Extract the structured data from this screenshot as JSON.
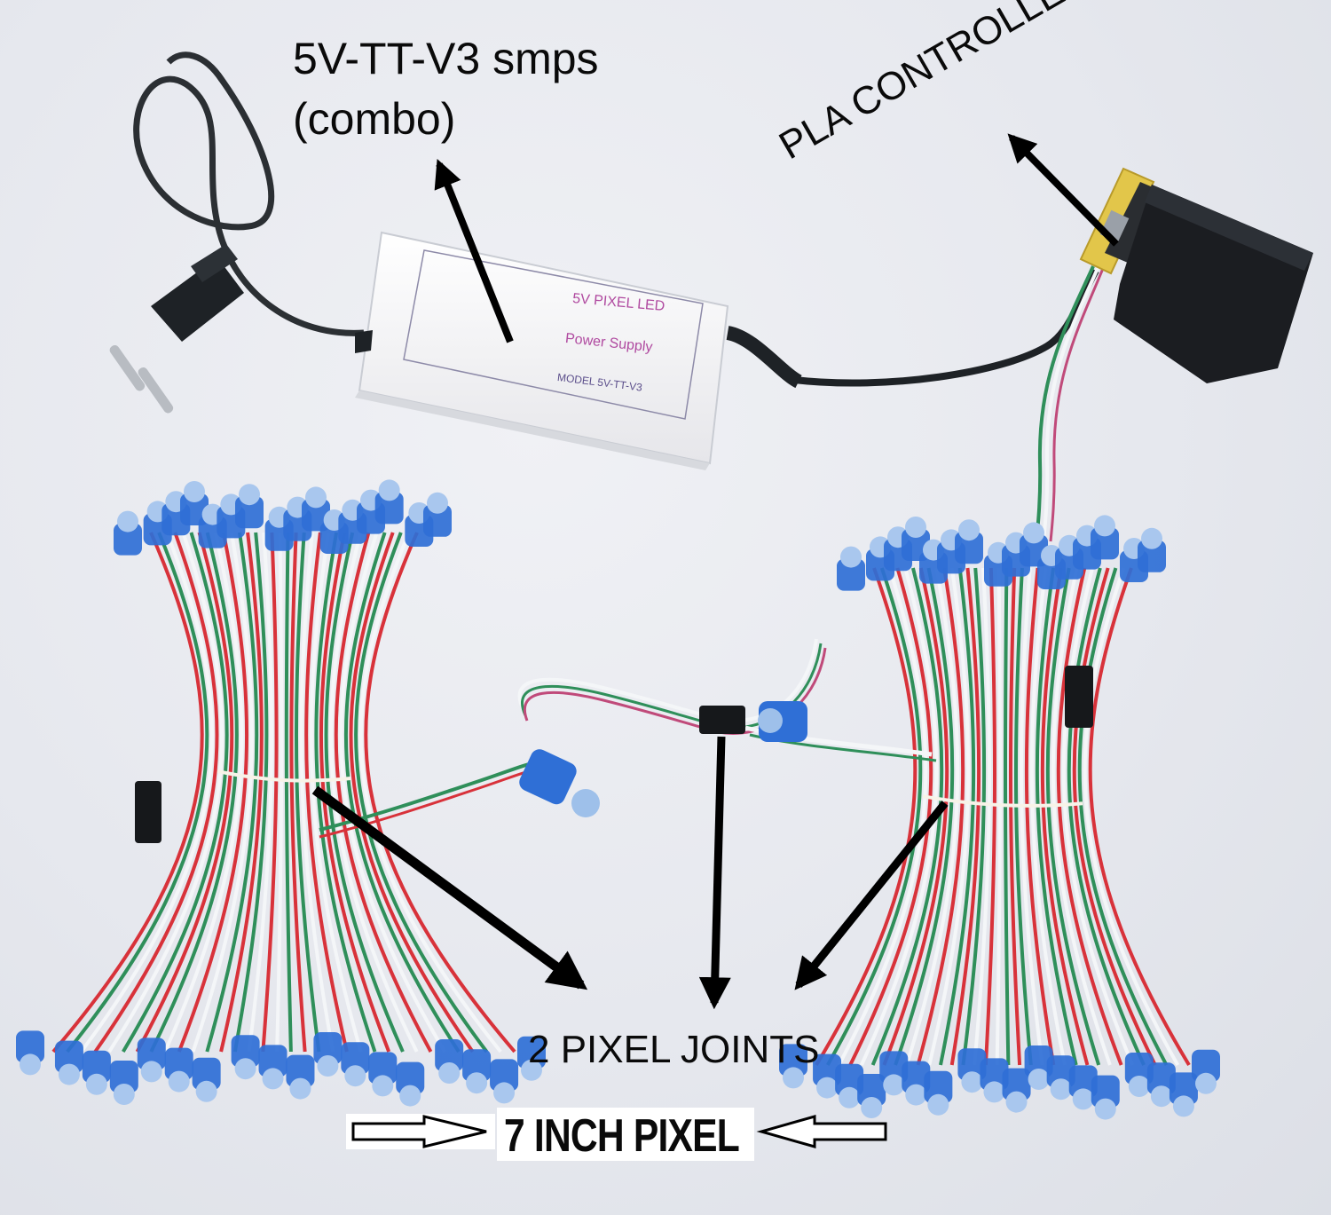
{
  "labels": {
    "smps_line1": "5V-TT-V3  smps",
    "smps_line2": "(combo)",
    "controller": "PLA CONTROLLER",
    "joints": "2 PIXEL JOINTS",
    "pixel_size": "7 INCH PIXEL"
  },
  "psu_label": {
    "line1": "5V PIXEL LED",
    "line2": "Power Supply",
    "line3": "MODEL 5V-TT-V3"
  },
  "colors": {
    "background": "#e7e9ee",
    "led_blue": "#2f6fd6",
    "wire_red": "#d8323a",
    "wire_green": "#2f8f5a",
    "wire_white": "#f4f6f8",
    "psu_text": "#b04aa0",
    "annotation": "#0a0a0a"
  }
}
